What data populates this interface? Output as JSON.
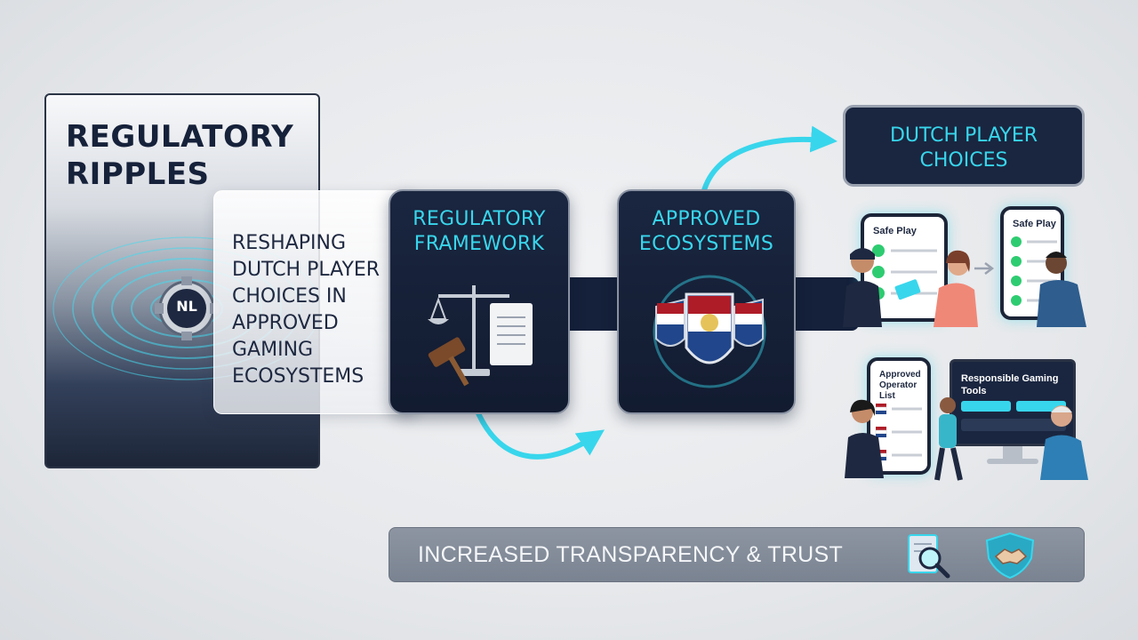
{
  "title": "REGULATORY RIPPLES",
  "title_badge": "NL",
  "subtitle": "RESHAPING DUTCH PLAYER CHOICES IN APPROVED GAMING ECOSYSTEMS",
  "steps": [
    {
      "label": "REGULATORY FRAMEWORK",
      "icon": "scales-of-justice-gavel-scroll-icon"
    },
    {
      "label": "APPROVED ECOSYSTEMS",
      "icon": "dutch-flag-shields-icon"
    }
  ],
  "outcome": {
    "label": "DUTCH PLAYER CHOICES",
    "screens": [
      {
        "label": "Safe Play"
      },
      {
        "label": "Safe Play"
      },
      {
        "label": "Approved Operator List"
      },
      {
        "label": "Responsible Gaming Tools"
      }
    ]
  },
  "footer": {
    "label": "INCREASED TRANSPARENCY & TRUST",
    "icons": [
      "document-magnifier-icon",
      "handshake-shield-icon"
    ]
  },
  "colors": {
    "accent": "#38d6ec",
    "dark": "#16213a",
    "panel": "#1a2640",
    "footer": "#838c99"
  }
}
